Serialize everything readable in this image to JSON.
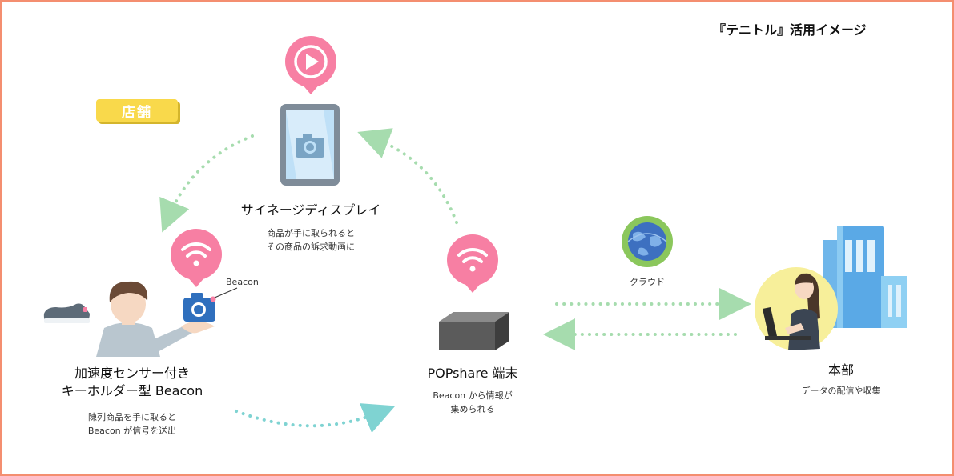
{
  "title": "『テニトル』活用イメージ",
  "badge": {
    "label": "店舗"
  },
  "signage": {
    "title": "サイネージディスプレイ",
    "desc": [
      "商品が手に取られると",
      "その商品の訴求動画に"
    ]
  },
  "beacon": {
    "tag": "Beacon",
    "title": [
      "加速度センサー付き",
      "キーホルダー型 Beacon"
    ],
    "desc": [
      "陳列商品を手に取ると",
      "Beacon が信号を送出"
    ]
  },
  "popshare": {
    "title": "POPshare 端末",
    "desc": [
      "Beacon から情報が",
      "集められる"
    ]
  },
  "cloud": {
    "label": "クラウド"
  },
  "hq": {
    "title": "本部",
    "desc": "データの配信や収集"
  },
  "colors": {
    "border": "#f48e70",
    "pin": "#f77fa3",
    "badge": "#f9d94b",
    "arrow_green": "#a6dcae",
    "arrow_teal": "#7fd3d2",
    "camera": "#2f6fbd",
    "building": "#6fb6ea",
    "globe": "#8bc75c"
  },
  "icons": [
    "play-icon",
    "wifi-icon",
    "camera-icon",
    "globe-icon",
    "building-icon"
  ]
}
